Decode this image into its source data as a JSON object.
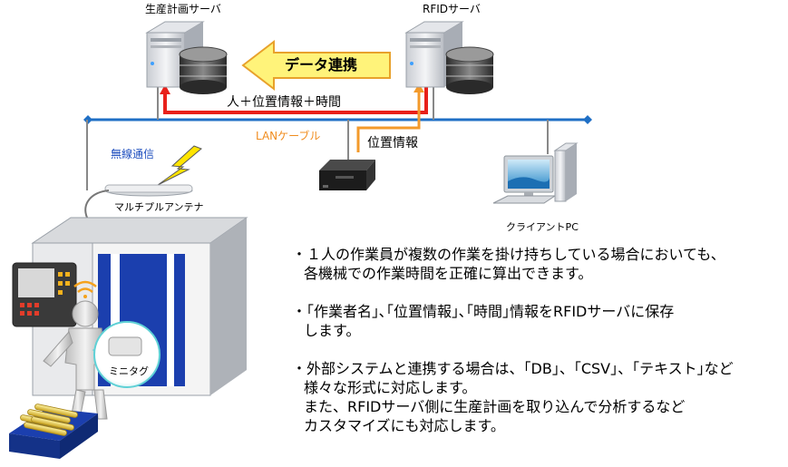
{
  "labels": {
    "production_server": "生産計画サーバ",
    "rfid_server": "RFIDサーバ",
    "data_link": "データ連携",
    "person_info": "人＋位置情報＋時間",
    "lan_cable": "LANケーブル",
    "position_info": "位置情報",
    "wireless": "無線通信",
    "antenna": "マルチプルアンテナ",
    "client_pc": "クライアントPC",
    "mini_tag": "ミニタグ"
  },
  "bullets": [
    {
      "lines": [
        "・１人の作業員が複数の作業を掛け持ちしている場合においても、",
        "各機械での作業時間を正確に算出できます。"
      ]
    },
    {
      "lines": [
        "・｢作業者名｣､｢位置情報｣､｢時間｣情報をRFIDサーバに保存",
        "します。"
      ]
    },
    {
      "lines": [
        "・外部システムと連携する場合は、｢DB｣、｢CSV｣、｢テキスト｣など",
        "様々な形式に対応します。",
        "また、RFIDサーバ側に生産計画を取り込んで分析するなど",
        "カスタマイズにも対応します。"
      ]
    }
  ],
  "colors": {
    "lan_line": "#1f6fc5",
    "red_path": "#e8201a",
    "orange_arrow": "#f39a2b",
    "data_arrow_fill": "#fff37a",
    "data_arrow_stroke": "#e8a12b",
    "wireless_label": "#1f4fbf",
    "lan_label": "#f08c1e",
    "machine_blue": "#1b3fae"
  }
}
